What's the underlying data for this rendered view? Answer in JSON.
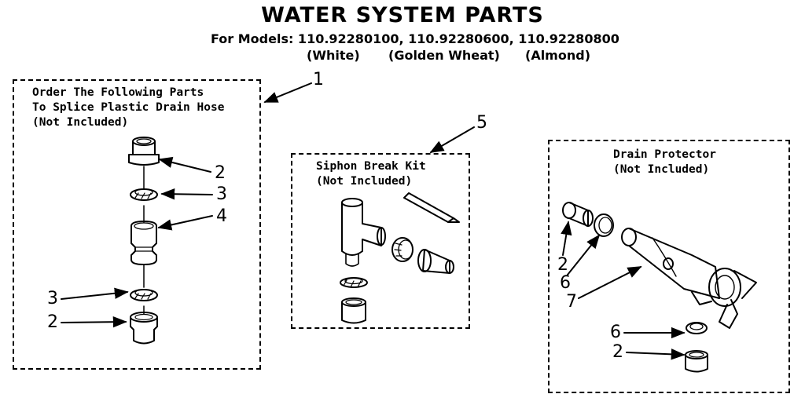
{
  "header": {
    "title": "WATER SYSTEM PARTS",
    "models_line": "For Models: 110.92280100, 110.92280600, 110.92280800",
    "colors": [
      "(White)",
      "(Golden Wheat)",
      "(Almond)"
    ]
  },
  "sections": {
    "splice": {
      "title_lines": [
        "Order The Following Parts",
        "To Splice Plastic Drain Hose",
        "(Not Included)"
      ],
      "callout": "1"
    },
    "siphon": {
      "title_lines": [
        "Siphon Break Kit",
        "(Not Included)"
      ],
      "callout": "5"
    },
    "drain": {
      "title_lines": [
        "Drain Protector",
        "(Not Included)"
      ]
    }
  },
  "callouts": {
    "splice_top_2": "2",
    "splice_top_3": "3",
    "splice_4": "4",
    "splice_bottom_3": "3",
    "splice_bottom_2": "2",
    "drain_2_left": "2",
    "drain_6_left": "6",
    "drain_7": "7",
    "drain_6_bottom": "6",
    "drain_2_bottom": "2"
  }
}
